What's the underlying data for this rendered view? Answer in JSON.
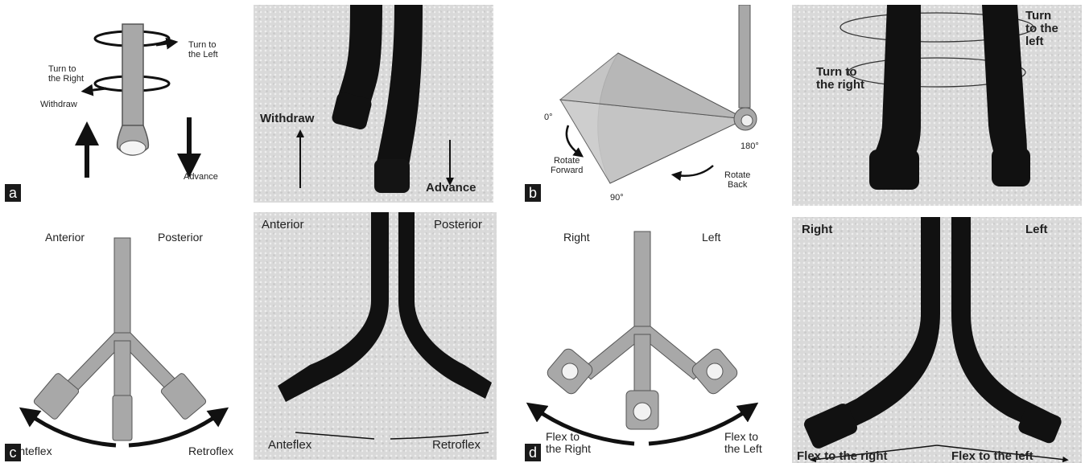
{
  "panel_a": {
    "tag": "a",
    "diagram": {
      "turn_left": "Turn to\nthe Left",
      "turn_right": "Turn to\nthe Right",
      "withdraw": "Withdraw",
      "advance": "Advance"
    },
    "photo": {
      "withdraw": "Withdraw",
      "advance": "Advance"
    }
  },
  "panel_b": {
    "tag": "b",
    "diagram": {
      "deg0": "0°",
      "deg180": "180°",
      "deg90": "90°",
      "rotate_forward": "Rotate\nForward",
      "rotate_back": "Rotate\nBack"
    },
    "photo": {
      "turn_left": "Turn\nto the\nleft",
      "turn_right": "Turn to\nthe right"
    }
  },
  "panel_c": {
    "tag": "c",
    "diagram": {
      "anterior": "Anterior",
      "posterior": "Posterior",
      "anteflex": "Anteflex",
      "retroflex": "Retroflex"
    },
    "photo": {
      "anterior": "Anterior",
      "posterior": "Posterior",
      "anteflex": "Anteflex",
      "retroflex": "Retroflex"
    }
  },
  "panel_d": {
    "tag": "d",
    "diagram": {
      "right": "Right",
      "left": "Left",
      "flex_right": "Flex to\nthe Right",
      "flex_left": "Flex to\nthe Left"
    },
    "photo": {
      "right": "Right",
      "left": "Left",
      "flex_right": "Flex to the right",
      "flex_left": "Flex to the left"
    }
  },
  "colors": {
    "scope_gray": "#a8a8a8",
    "scope_black": "#111111",
    "wedge": "#b9b9b9"
  }
}
